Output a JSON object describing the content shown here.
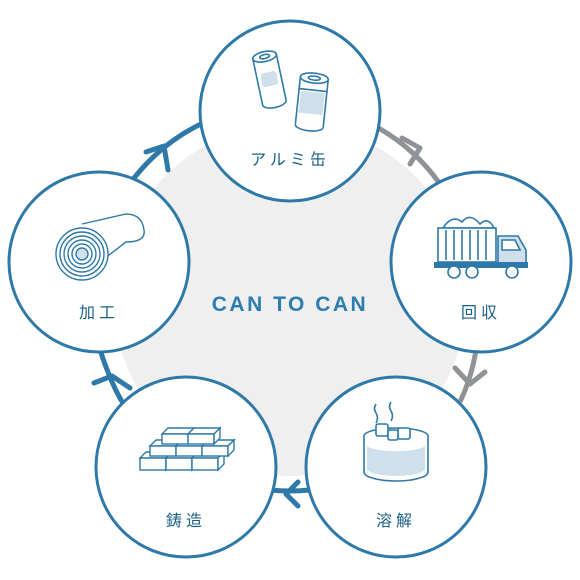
{
  "title": "CAN TO CAN",
  "steps": [
    {
      "id": "can",
      "label": "アルミ缶",
      "icon": "aluminum-cans-icon"
    },
    {
      "id": "collect",
      "label": "回収",
      "icon": "truck-icon"
    },
    {
      "id": "melt",
      "label": "溶解",
      "icon": "melting-pot-icon"
    },
    {
      "id": "cast",
      "label": "鋳造",
      "icon": "ingots-icon"
    },
    {
      "id": "process",
      "label": "加工",
      "icon": "aluminum-coil-icon"
    }
  ],
  "colors": {
    "blue": "#2e79a8",
    "gray": "#8f9296",
    "background_disc": "#efefef",
    "text": "#1b5f86"
  }
}
